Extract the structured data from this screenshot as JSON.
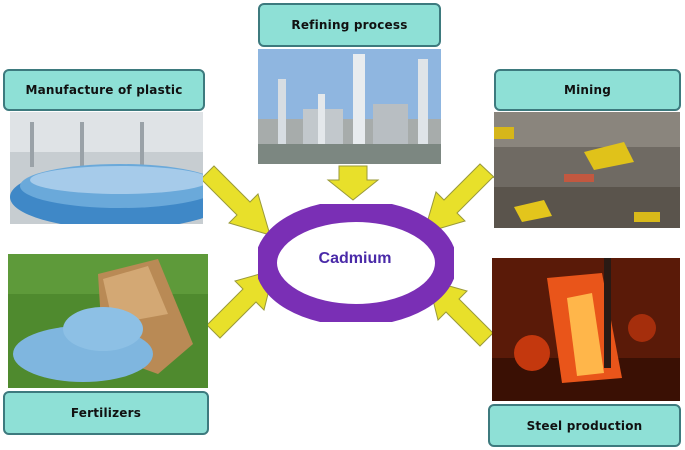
{
  "center": {
    "label": "Cadmium"
  },
  "sources": [
    {
      "id": "refining",
      "label": "Refining process",
      "icon": "refinery-photo"
    },
    {
      "id": "plastic",
      "label": "Manufacture of plastic",
      "icon": "plastic-bottles-photo"
    },
    {
      "id": "mining",
      "label": "Mining",
      "icon": "mining-photo"
    },
    {
      "id": "fertilizers",
      "label": "Fertilizers",
      "icon": "fertilizer-sack-photo"
    },
    {
      "id": "steel",
      "label": "Steel production",
      "icon": "molten-steel-photo"
    }
  ],
  "colors": {
    "ring": "#7a2fb5",
    "label_fill": "#8ee0d6",
    "label_border": "#3d7a7e",
    "arrow_fill": "#e8e02a",
    "arrow_stroke": "#9a9a3a",
    "center_text": "#4a2aa8"
  }
}
